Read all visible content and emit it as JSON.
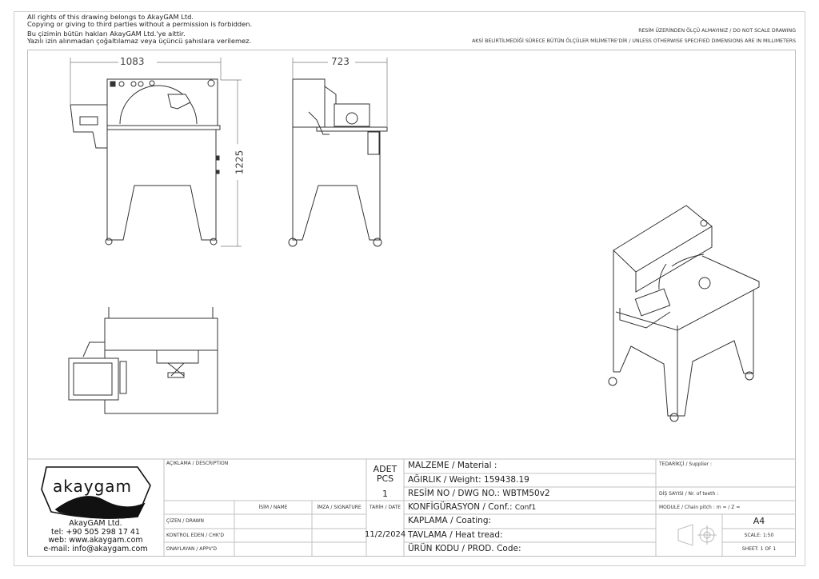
{
  "notices": {
    "copyright_en_1": "All rights of this drawing belongs to AkayGAM Ltd.",
    "copyright_en_2": "Copying or giving to third parties without a permission is forbidden.",
    "copyright_tr_1": "Bu çizimin bütün hakları AkayGAM Ltd.'ye aittir.",
    "copyright_tr_2": "Yazılı izin alınmadan çoğaltılamaz veya üçüncü şahıslara verilemez.",
    "do_not_scale": "RESİM ÜZERİNDEN ÖLÇÜ ALMAYINIZ / DO NOT SCALE DRAWING",
    "units": "AKSİ BELİRTİLMEDİĞİ SÜRECE BÜTÜN ÖLÇÜLER MİLİMETRE'DİR / UNLESS OTHERWISE SPECIFIED DIMENSIONS ARE IN MILLIMETERS"
  },
  "dimensions": {
    "front_width": "1083",
    "front_height": "1225",
    "side_depth": "723"
  },
  "company": {
    "logo_text": "akaygam",
    "name": "AkayGAM Ltd.",
    "tel": "tel: +90 505 298 17 41",
    "web": "web: www.akaygam.com",
    "email": "e-mail: info@akaygam.com"
  },
  "title_block": {
    "description_label": "AÇIKLAMA / DESCRIPTION",
    "pcs_label_1": "ADET",
    "pcs_label_2": "PCS",
    "pcs_value": "1",
    "name_header": "İSİM / NAME",
    "signature_header": "İMZA / SIGNATURE",
    "date_header": "TARİH / DATE",
    "drawn_label": "ÇİZEN / DRAWN",
    "checked_label": "KONTROL EDEN / CHK'D",
    "approved_label": "ONAYLAYAN / APPV'D",
    "date_value": "11/2/2024",
    "material": "MALZEME / Material :",
    "weight": "AĞIRLIK / Weight: 159438.19",
    "dwg_no_label": "RESİM NO / DWG NO.:",
    "dwg_no_value": "WBTM50v2",
    "conf_label": "KONFİGÜRASYON / Conf.:",
    "conf_value": "Conf1",
    "coating": "KAPLAMA / Coating:",
    "heat_treat": "TAVLAMA / Heat tread:",
    "prod_code": "ÜRÜN KODU / PROD. Code:",
    "supplier": "TEDARİKÇİ / Supplier :",
    "teeth": "DİŞ SAYISI / Nr. of teeth :",
    "module": "MODULE / Chain pitch :  m =   / Z =",
    "paper_size": "A4",
    "scale": "SCALE: 1:50",
    "sheet": "SHEET: 1 OF 1"
  }
}
